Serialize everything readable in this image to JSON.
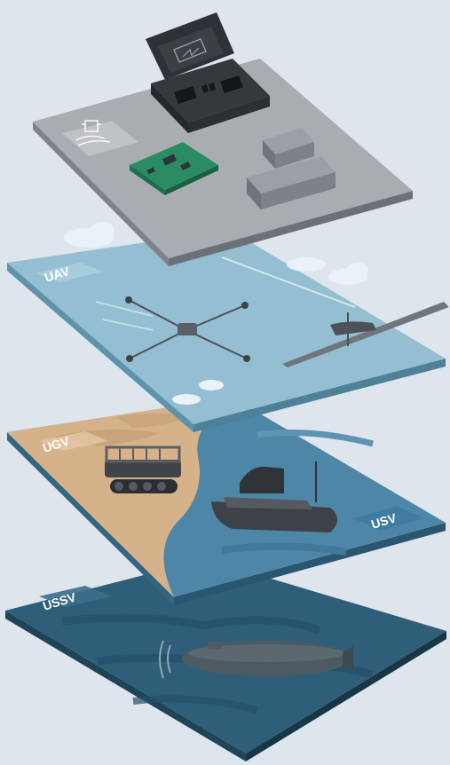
{
  "layers": [
    {
      "id": "hardware",
      "label": ""
    },
    {
      "id": "uav",
      "label": "UAV"
    },
    {
      "id": "ugv",
      "label": "UGV"
    },
    {
      "id": "usv",
      "label": "USV"
    },
    {
      "id": "ussv",
      "label": "USSV"
    }
  ],
  "colors": {
    "background": "#dfe5ec",
    "hardware_top": "#a9adb2",
    "hardware_side": "#7e8389",
    "sky_top": "#94bfd2",
    "sky_side": "#5f93ac",
    "sand": "#d6b28a",
    "water": "#4e86a8",
    "water_side": "#346682",
    "deep_top": "#2f5f78",
    "deep_side": "#1f4357"
  }
}
